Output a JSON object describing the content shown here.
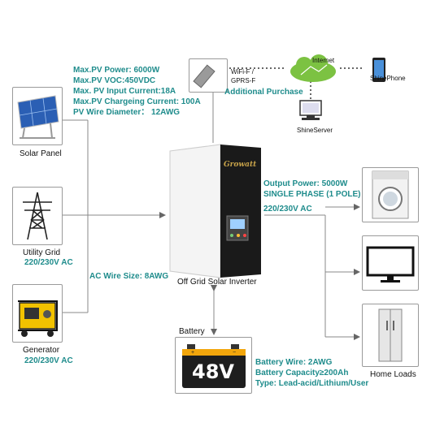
{
  "pv_specs": [
    "Max.PV Power: 6000W",
    "Max.PV VOC:450VDC",
    "Max. PV Input Current:18A",
    "Max.PV Chargeing Current: 100A",
    "PV Wire Diameter： 12AWG"
  ],
  "solar_panel": {
    "label": "Solar Panel"
  },
  "utility_grid": {
    "label": "Utility Grid",
    "voltage": "220/230V AC"
  },
  "generator": {
    "label": "Generator",
    "voltage": "220/230V AC"
  },
  "ac_wire": "AC Wire Size: 8AWG",
  "inverter": {
    "brand": "Growatt",
    "label": "Off Grid Solar Inverter"
  },
  "wifi": {
    "line1": "WiFi-F /",
    "line2": "GPRS-F",
    "addon": "Additional Purchase"
  },
  "internet_label": "Internet",
  "shineserver_label": "ShineServer",
  "shinephone_label": "ShinePhone",
  "output_specs": [
    "Output Power: 5000W",
    "SINGLE PHASE (1 POLE)",
    "220/230V AC"
  ],
  "battery": {
    "label": "Battery",
    "voltage": "48V"
  },
  "battery_specs": [
    "Battery Wire:  2AWG",
    "Battery Capacity≥200Ah",
    "Type: Lead-acid/Lithium/User"
  ],
  "home_loads_label": "Home Loads",
  "colors": {
    "accent": "#1f8c8c",
    "cloud": "#7cc242",
    "solar": "#2b5fb4"
  }
}
